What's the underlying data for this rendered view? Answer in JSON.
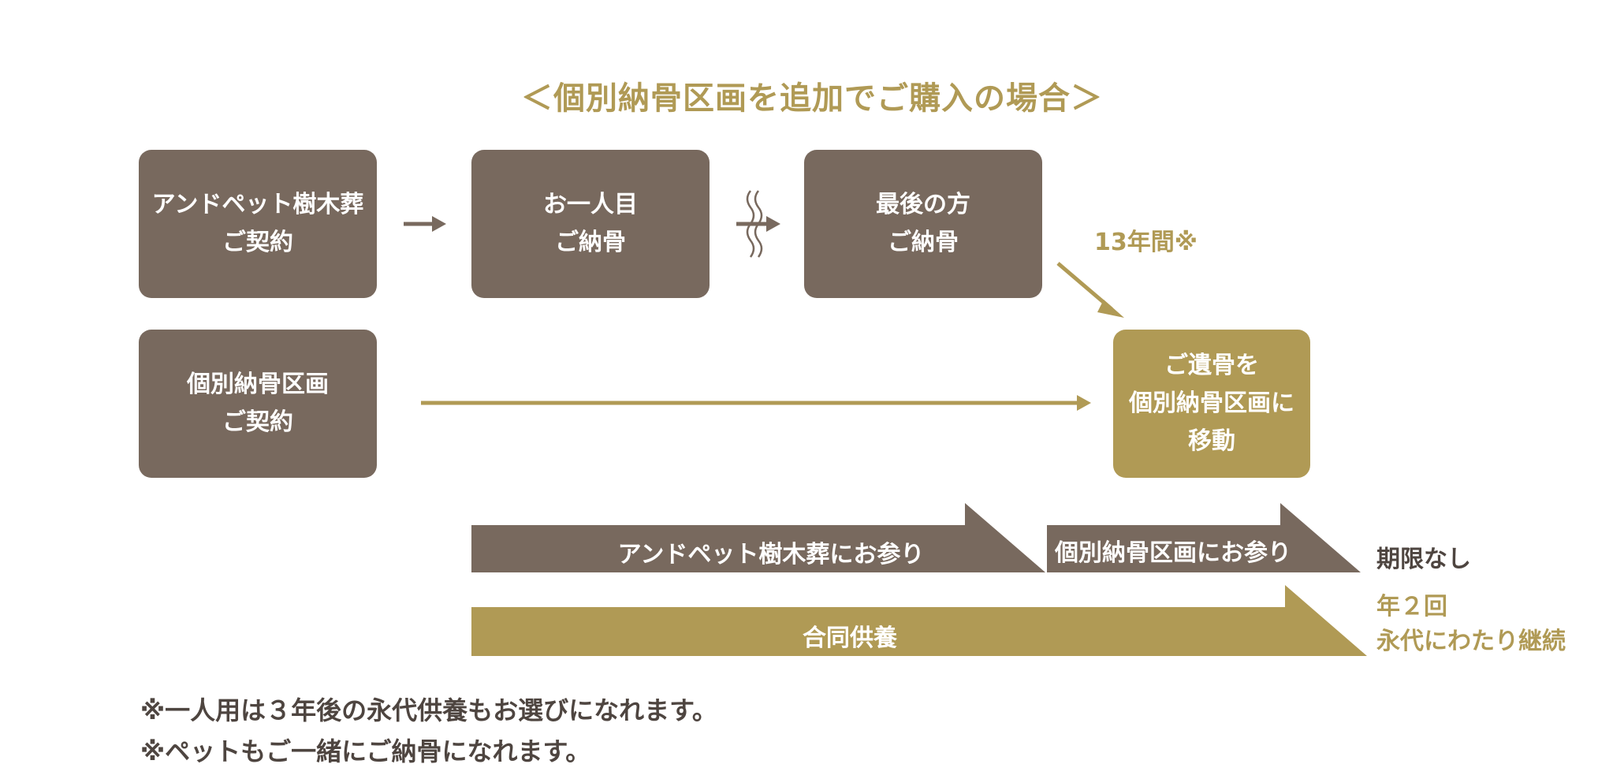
{
  "title": "＜個別納骨区画を追加でご購入の場合＞",
  "boxes": {
    "contract_tree": [
      "アンドペット樹木葬",
      "ご契約"
    ],
    "first_burial": [
      "お一人目",
      "ご納骨"
    ],
    "last_burial": [
      "最後の方",
      "ご納骨"
    ],
    "contract_individual": [
      "個別納骨区画",
      "ご契約"
    ],
    "move_remains": [
      "ご遺骨を",
      "個別納骨区画に",
      "移動"
    ]
  },
  "period_note": "13年間※",
  "bars": {
    "visit_tree": "アンドペット樹木葬にお参り",
    "visit_individual": "個別納骨区画にお参り",
    "joint_memorial": "合同供養"
  },
  "side_labels": {
    "no_limit": "期限なし",
    "twice_yearly": [
      "年２回",
      "永代にわたり継続"
    ]
  },
  "footnotes": [
    "※一人用は３年後の永代供養もお選びになれます。",
    "※ペットもご一緒にご納骨になれます。"
  ],
  "colors": {
    "brown": "#78695e",
    "gold": "#b09a55",
    "text_dark": "#4e4540"
  }
}
